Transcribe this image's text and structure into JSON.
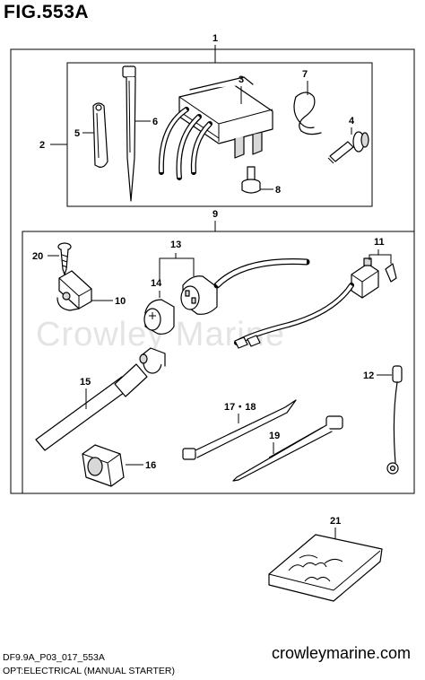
{
  "figure": {
    "title": "FIG.553A"
  },
  "callouts": {
    "c1": "1",
    "c2": "2",
    "c3": "3",
    "c4": "4",
    "c5": "5",
    "c6": "6",
    "c7": "7",
    "c8": "8",
    "c9": "9",
    "c10": "10",
    "c11": "11",
    "c12": "12",
    "c13": "13",
    "c14": "14",
    "c15": "15",
    "c16": "16",
    "c17_18": "17・18",
    "c19": "19",
    "c20": "20",
    "c21": "21"
  },
  "watermark": "Crowley Marine",
  "footer": {
    "code": "DF9.9A_P03_017_553A",
    "description": "OPT:ELECTRICAL (MANUAL STARTER)",
    "site": "crowleymarine.com"
  }
}
